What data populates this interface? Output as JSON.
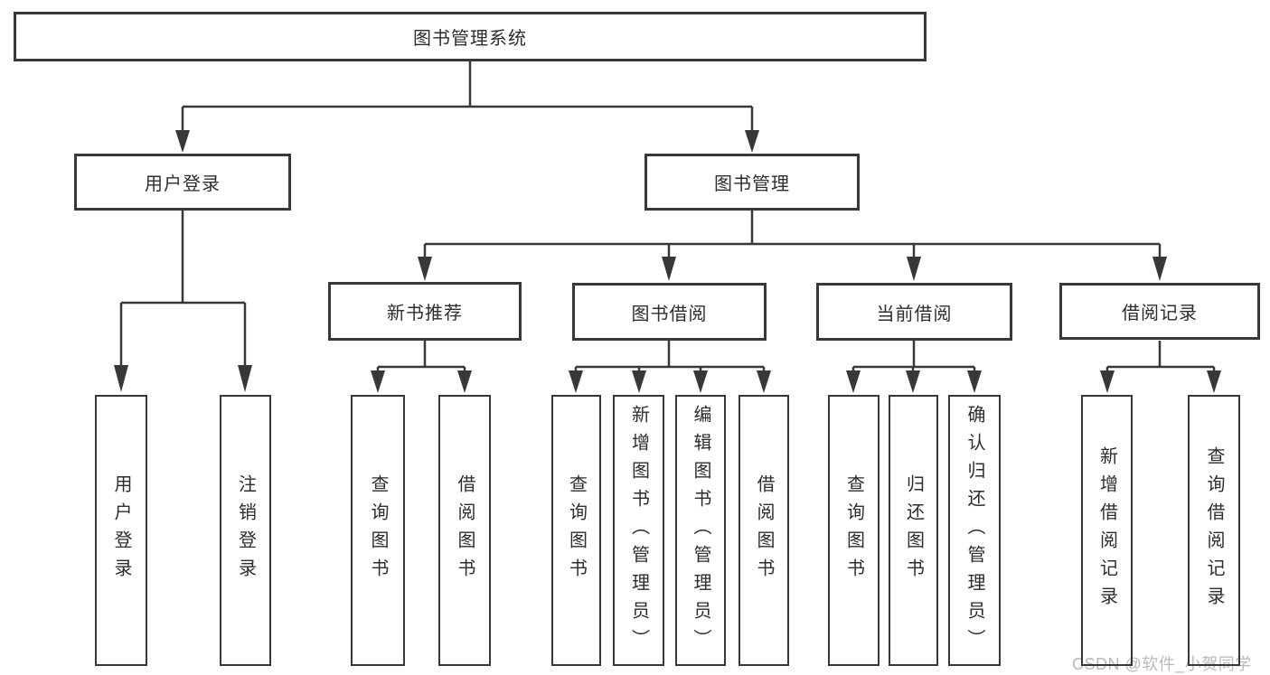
{
  "diagram": {
    "title": "图书管理系统",
    "root": {
      "label": "图书管理系统"
    },
    "level2": [
      {
        "id": "user-login",
        "label": "用户登录"
      },
      {
        "id": "book-management",
        "label": "图书管理"
      }
    ],
    "level3": [
      {
        "id": "new-book-recommend",
        "label": "新书推荐",
        "parent": "图书管理"
      },
      {
        "id": "book-borrow",
        "label": "图书借阅",
        "parent": "图书管理"
      },
      {
        "id": "current-borrow",
        "label": "当前借阅",
        "parent": "图书管理"
      },
      {
        "id": "borrow-records",
        "label": "借阅记录",
        "parent": "图书管理"
      }
    ],
    "leaves": [
      {
        "label": "用户登录",
        "parent": "用户登录"
      },
      {
        "label": "注销登录",
        "parent": "用户登录"
      },
      {
        "label": "查询图书",
        "parent": "新书推荐"
      },
      {
        "label": "借阅图书",
        "parent": "新书推荐"
      },
      {
        "label": "查询图书",
        "parent": "图书借阅"
      },
      {
        "label": "新增图书（管理员）",
        "parent": "图书借阅"
      },
      {
        "label": "编辑图书（管理员）",
        "parent": "图书借阅"
      },
      {
        "label": "借阅图书",
        "parent": "图书借阅"
      },
      {
        "label": "查询图书",
        "parent": "当前借阅"
      },
      {
        "label": "归还图书",
        "parent": "当前借阅"
      },
      {
        "label": "确认归还（管理员）",
        "parent": "当前借阅"
      },
      {
        "label": "新增借阅记录",
        "parent": "借阅记录"
      },
      {
        "label": "查询借阅记录",
        "parent": "借阅记录"
      }
    ]
  },
  "watermark": {
    "text": "CSDN @软件_小贺同学"
  },
  "colors": {
    "line": "#383838",
    "box_border": "#383838",
    "text": "#2d2d2d",
    "watermark": "#b7babd",
    "background": "#ffffff"
  }
}
